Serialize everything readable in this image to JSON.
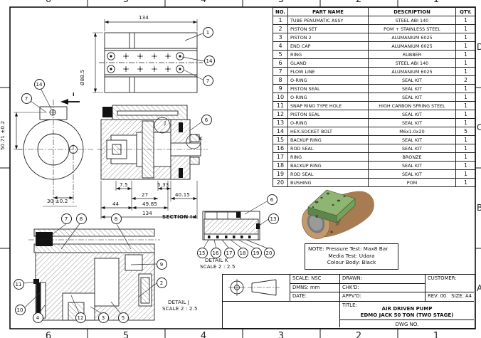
{
  "drawing": {
    "grid_top": [
      "6",
      "5",
      "4",
      "3",
      "2",
      "1"
    ],
    "grid_bottom": [
      "6",
      "5",
      "4",
      "3",
      "2",
      "1"
    ],
    "grid_right": [
      "D",
      "C",
      "B",
      "A"
    ]
  },
  "parts_table": {
    "headers": [
      "NO.",
      "PART NAME",
      "DESCRIPTION",
      "QTY."
    ],
    "rows": [
      [
        "1",
        "TUBE PENUMATIC ASSY",
        "STEEL ABI 140",
        "1"
      ],
      [
        "2",
        "PISTON SET",
        "POM + STAINLESS STEEL",
        "1"
      ],
      [
        "3",
        "PISTON 2",
        "ALUMANIUM 6025",
        "1"
      ],
      [
        "4",
        "END CAP",
        "ALUMANIUM 6025",
        "1"
      ],
      [
        "5",
        "RING",
        "RUBBER",
        "1"
      ],
      [
        "6",
        "GLAND",
        "STEEL ABI 140",
        "1"
      ],
      [
        "7",
        "FLOW LINE",
        "ALUMANIUM 6025",
        "1"
      ],
      [
        "8",
        "O-RING",
        "SEAL KIT",
        "2"
      ],
      [
        "9",
        "PISTON SEAL",
        "SEAL KIT",
        "1"
      ],
      [
        "10",
        "O-RING",
        "SEAL KIT",
        "1"
      ],
      [
        "11",
        "SNAP RING TYPE HOLE",
        "HIGH CARBON SPRING STEEL",
        "1"
      ],
      [
        "12",
        "PISTON SEAL",
        "SEAL KIT",
        "1"
      ],
      [
        "13",
        "O-RING",
        "SEAL KIT",
        "1"
      ],
      [
        "14",
        "HEX.SOCKET BOLT",
        "M6x1.0x20",
        "5"
      ],
      [
        "15",
        "BACKUP RING",
        "SEAL KIT",
        "1"
      ],
      [
        "16",
        "ROD SEAL",
        "SEAL KIT",
        "1"
      ],
      [
        "17",
        "RING",
        "BRONZE",
        "1"
      ],
      [
        "18",
        "BACKUP RING",
        "SEAL KIT",
        "1"
      ],
      [
        "19",
        "ROD SEAL",
        "SEAL KIT",
        "1"
      ],
      [
        "20",
        "BUSHING",
        "POM",
        "1"
      ]
    ]
  },
  "title_block": {
    "scale": "SCALE: NSC",
    "dmns": "DMNS: mm",
    "date": "DATE:",
    "drawn": "DRAWN:",
    "chkd": "CHK'D:",
    "appvd": "APPV'D:",
    "customer": "CUSTOMER:",
    "rev": "REV: 00",
    "size": "SIZE: A4",
    "title_label": "TITLE:",
    "title_line1": "AIR DRIVEN PUMP",
    "title_line2": "EDMO JACK 50 TON (TWO STAGE)",
    "dwg_no": "DWG NO."
  },
  "note": {
    "line1": "NOTE: Pressure Test: Max8 Bar",
    "line2": "Media Test: Udara",
    "line3": "Colour Body: Black"
  },
  "views": {
    "top_view": {
      "dim_length": "134",
      "dim_diameter": "Ø88.5"
    },
    "front_view": {
      "dim_height": "50.71 ±0.2",
      "dim_offset": "30 ±0.2",
      "section_label": "I"
    },
    "section_view": {
      "label": "SECTION I-I",
      "dims": [
        "7.5",
        "5.33",
        "27",
        "40.15",
        "44",
        "49.85",
        "134"
      ],
      "marker_j": "J",
      "marker_k": "K"
    },
    "detail_j": {
      "label": "DETAIL J",
      "scale": "SCALE 2 : 2.5"
    },
    "detail_k": {
      "label": "DETAIL K",
      "scale": "SCALE 2 : 2.5"
    }
  },
  "balloons": [
    "1",
    "14",
    "7",
    "14",
    "7",
    "7",
    "8",
    "8",
    "6",
    "11",
    "10",
    "4",
    "12",
    "3",
    "5",
    "9",
    "2",
    "6",
    "13",
    "15",
    "16",
    "17",
    "18",
    "19",
    "20"
  ],
  "colors": {
    "line": "#1a1a1a",
    "render": {
      "body": "#a87c52",
      "body_dark": "#8a5f3a",
      "body_light": "#c39a6d",
      "bore_ring": "#7a7a7a",
      "bore": "#9a9a9a",
      "green_top": "#8fb573",
      "green_front": "#5f854d",
      "green_side": "#76a05c",
      "hole": "#3e4a36"
    }
  }
}
